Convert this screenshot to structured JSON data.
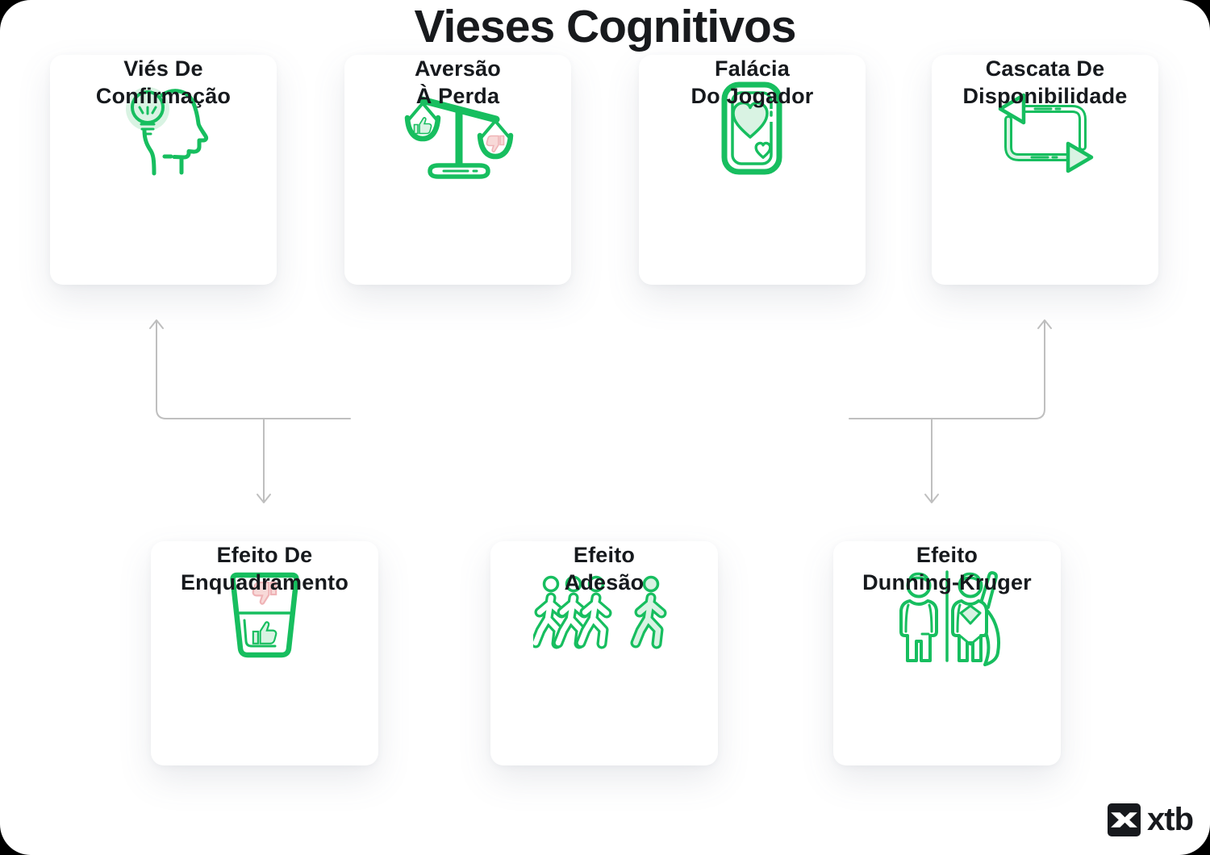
{
  "title": "Vieses Cognitivos",
  "colors": {
    "accent_green": "#17BE5F",
    "accent_green_light": "#D9F3E3",
    "accent_pink_light": "#F8D9D8",
    "accent_pink_stroke": "#EFB3B6",
    "text": "#16191D",
    "connector_gray": "#BFBFBF",
    "card_background": "#FFFFFF"
  },
  "cards": [
    {
      "label_line1": "Viés De",
      "label_line2": "Confirmação",
      "icon": "head-lightbulb-icon"
    },
    {
      "label_line1": "Aversão",
      "label_line2": "À Perda",
      "icon": "balance-scale-icon"
    },
    {
      "label_line1": "Falácia",
      "label_line2": "Do Jogador",
      "icon": "playing-card-hearts-icon"
    },
    {
      "label_line1": "Cascata De",
      "label_line2": "Disponibilidade",
      "icon": "loop-arrows-icon"
    },
    {
      "label_line1": "Efeito De",
      "label_line2": "Enquadramento",
      "icon": "half-full-glass-icon"
    },
    {
      "label_line1": "Efeito",
      "label_line2": "Adesão",
      "icon": "walking-crowd-icon"
    },
    {
      "label_line1": "Efeito",
      "label_line2": "Dunning-Kruger",
      "icon": "person-superhero-icon"
    }
  ],
  "logo": {
    "text": "xtb"
  }
}
